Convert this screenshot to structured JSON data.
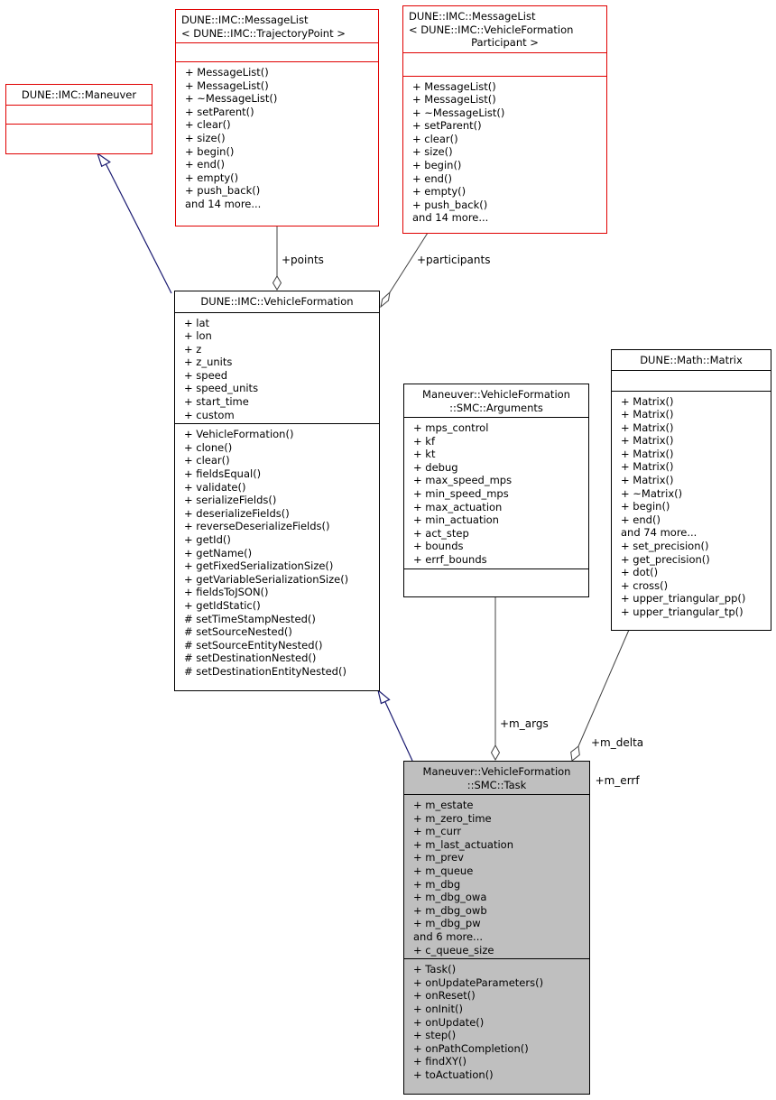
{
  "classes": {
    "maneuver": {
      "title": "DUNE::IMC::Maneuver"
    },
    "msglist_traj": {
      "title_lines": [
        "DUNE::IMC::MessageList",
        "< DUNE::IMC::TrajectoryPoint >"
      ],
      "methods": [
        "+ MessageList()",
        "+ MessageList()",
        "+ ~MessageList()",
        "+ setParent()",
        "+ clear()",
        "+ size()",
        "+ begin()",
        "+ end()",
        "+ empty()",
        "+ push_back()",
        "and 14 more..."
      ]
    },
    "msglist_part": {
      "title_lines": [
        "DUNE::IMC::MessageList",
        "< DUNE::IMC::VehicleFormation",
        "Participant >"
      ],
      "methods": [
        "+ MessageList()",
        "+ MessageList()",
        "+ ~MessageList()",
        "+ setParent()",
        "+ clear()",
        "+ size()",
        "+ begin()",
        "+ end()",
        "+ empty()",
        "+ push_back()",
        "and 14 more..."
      ]
    },
    "vehicle_formation": {
      "title": "DUNE::IMC::VehicleFormation",
      "attributes": [
        "+ lat",
        "+ lon",
        "+ z",
        "+ z_units",
        "+ speed",
        "+ speed_units",
        "+ start_time",
        "+ custom"
      ],
      "methods": [
        "+ VehicleFormation()",
        "+ clone()",
        "+ clear()",
        "+ fieldsEqual()",
        "+ validate()",
        "+ serializeFields()",
        "+ deserializeFields()",
        "+ reverseDeserializeFields()",
        "+ getId()",
        "+ getName()",
        "+ getFixedSerializationSize()",
        "+ getVariableSerializationSize()",
        "+ fieldsToJSON()",
        "+ getIdStatic()",
        "# setTimeStampNested()",
        "# setSourceNested()",
        "# setSourceEntityNested()",
        "# setDestinationNested()",
        "# setDestinationEntityNested()"
      ]
    },
    "arguments": {
      "title_lines": [
        "Maneuver::VehicleFormation",
        "::SMC::Arguments"
      ],
      "attributes": [
        "+ mps_control",
        "+ kf",
        "+ kt",
        "+ debug",
        "+ max_speed_mps",
        "+ min_speed_mps",
        "+ max_actuation",
        "+ min_actuation",
        "+ act_step",
        "+ bounds",
        "+ errf_bounds"
      ]
    },
    "matrix": {
      "title": "DUNE::Math::Matrix",
      "methods": [
        "+ Matrix()",
        "+ Matrix()",
        "+ Matrix()",
        "+ Matrix()",
        "+ Matrix()",
        "+ Matrix()",
        "+ Matrix()",
        "+ ~Matrix()",
        "+ begin()",
        "+ end()",
        "and 74 more...",
        "+ set_precision()",
        "+ get_precision()",
        "+ dot()",
        "+ cross()",
        "+ upper_triangular_pp()",
        "+ upper_triangular_tp()"
      ]
    },
    "task": {
      "title_lines": [
        "Maneuver::VehicleFormation",
        "::SMC::Task"
      ],
      "attributes": [
        "+ m_estate",
        "+ m_zero_time",
        "+ m_curr",
        "+ m_last_actuation",
        "+ m_prev",
        "+ m_queue",
        "+ m_dbg",
        "+ m_dbg_owa",
        "+ m_dbg_owb",
        "+ m_dbg_pw",
        "and 6 more...",
        "+ c_queue_size"
      ],
      "methods": [
        "+ Task()",
        "+ onUpdateParameters()",
        "+ onReset()",
        "+ onInit()",
        "+ onUpdate()",
        "+ step()",
        "+ onPathCompletion()",
        "+ findXY()",
        "+ toActuation()"
      ]
    }
  },
  "edge_labels": {
    "points": "+points",
    "participants": "+participants",
    "m_args": "+m_args",
    "m_delta_line1": "+m_delta",
    "m_delta_line2": "+m_errf"
  },
  "colors": {
    "inheritance_edge": "#191970",
    "composition_edge": "#404040",
    "template_border": "#e00000",
    "focus_fill": "#bfbfbf"
  }
}
